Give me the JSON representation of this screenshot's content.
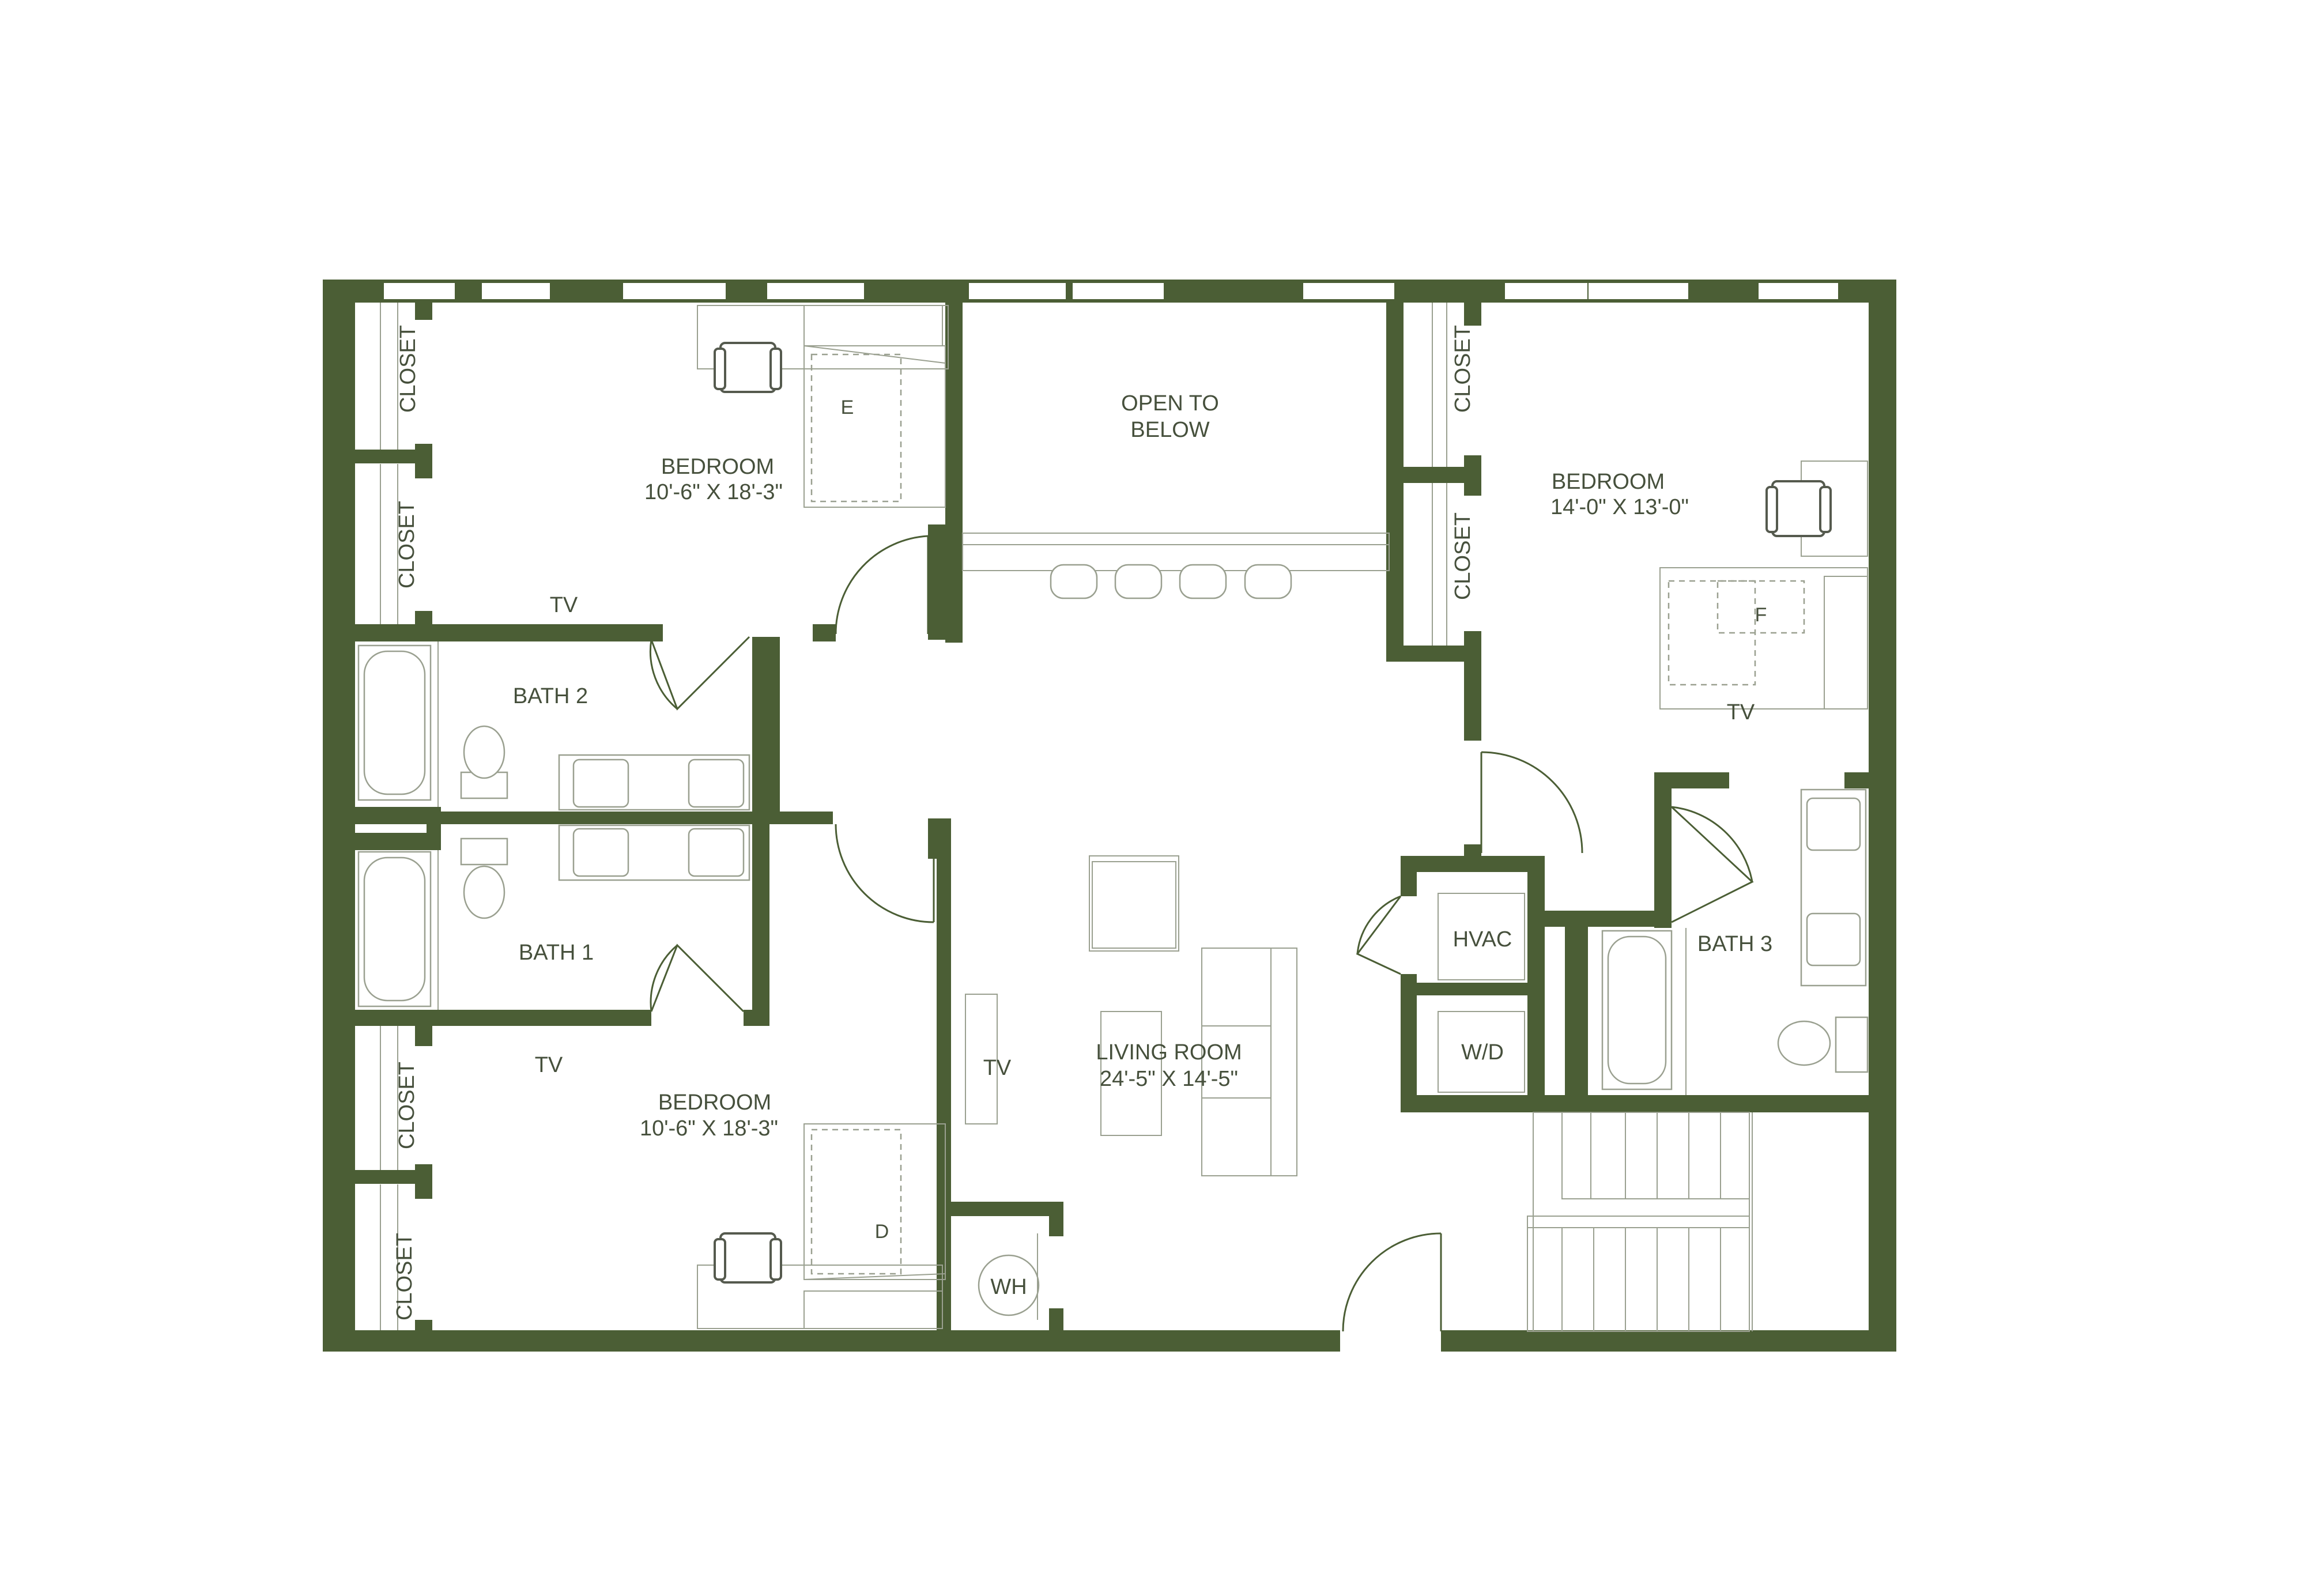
{
  "rooms": {
    "bedroom_top_left": {
      "name": "BEDROOM",
      "dims": "10'-6\" X  18'-3\"",
      "desk_tag": "E",
      "tv": "TV"
    },
    "bedroom_bottom_left": {
      "name": "BEDROOM",
      "dims": "10'-6\" X  18'-3\"",
      "desk_tag": "D",
      "tv": "TV"
    },
    "bedroom_right": {
      "name": "BEDROOM",
      "dims": "14'-0\" X 13'-0\"",
      "desk_tag": "F",
      "tv": "TV"
    },
    "open_to_below": {
      "line1": "OPEN TO",
      "line2": "BELOW"
    },
    "bath_1": {
      "name": "BATH 1"
    },
    "bath_2": {
      "name": "BATH 2"
    },
    "bath_3": {
      "name": "BATH 3"
    },
    "living_room": {
      "name": "LIVING ROOM",
      "dims": "24'-5\" X  14'-5\"",
      "tv": "TV"
    },
    "hvac": {
      "name": "HVAC"
    },
    "wd": {
      "name": "W/D"
    },
    "wh": {
      "name": "WH"
    }
  },
  "closets": [
    "CLOSET",
    "CLOSET",
    "CLOSET",
    "CLOSET",
    "CLOSET",
    "CLOSET"
  ],
  "colors": {
    "wall": "#4b5e35",
    "line": "#9aa090",
    "text": "#46503c",
    "background": "#ffffff"
  }
}
